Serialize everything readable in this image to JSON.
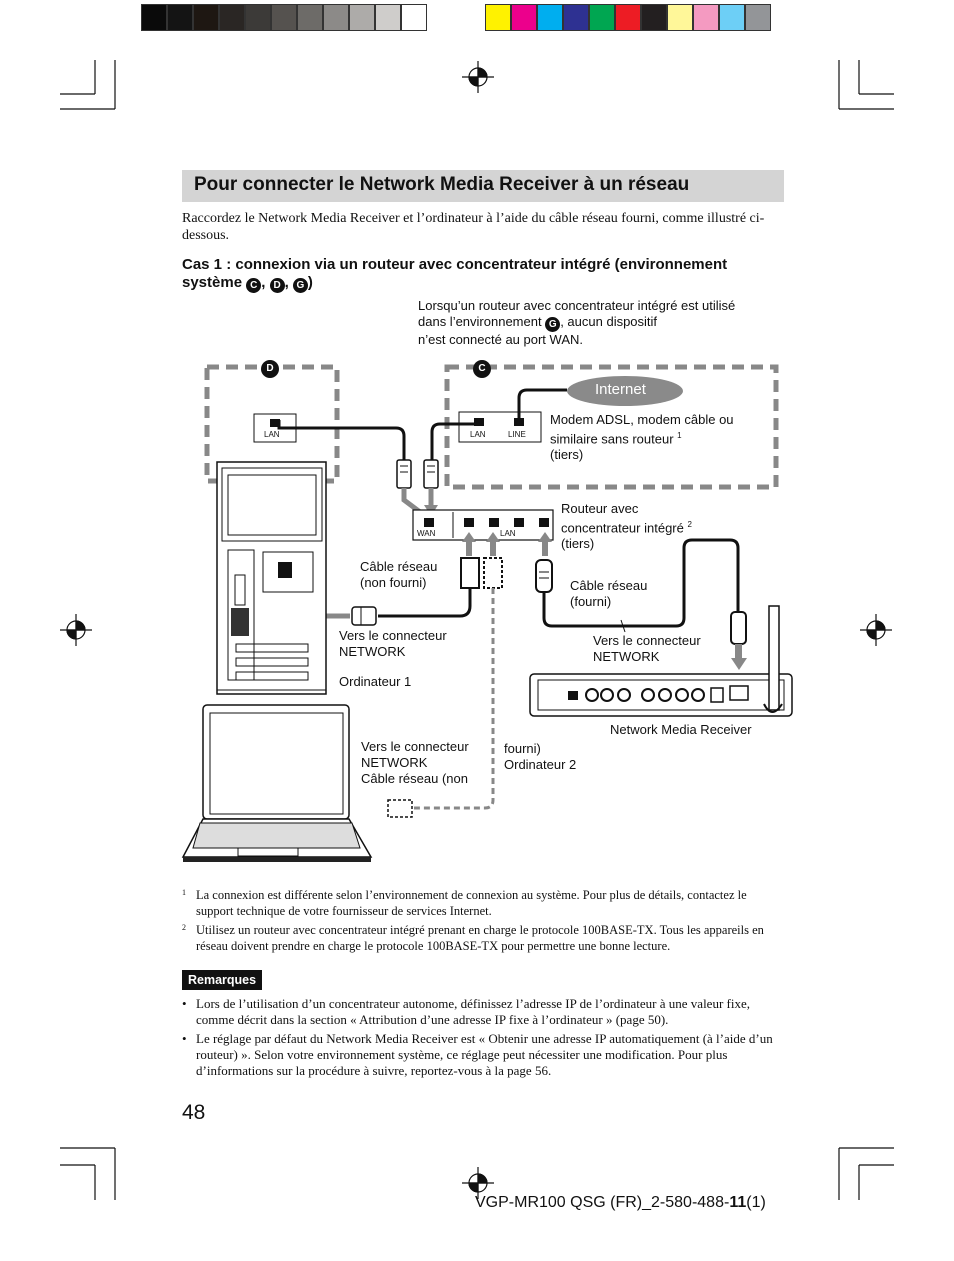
{
  "colorbar": [
    "#0a0a0a",
    "#141414",
    "#1e1712",
    "#2a2624",
    "#3c3a38",
    "#55524f",
    "#6d6b68",
    "#8c8a88",
    "#adaba9",
    "#cfcdcb",
    "#ffffff",
    "#ffffff",
    "#fff200",
    "#ec008c",
    "#00aeef",
    "#2e3192",
    "#00a651",
    "#ed1c24",
    "#231f20",
    "#fff799",
    "#f49ac1",
    "#6dcff6",
    "#939598"
  ],
  "title": "Pour connecter le Network Media Receiver à un réseau",
  "intro": "Raccordez le Network Media Receiver et l’ordinateur à l’aide du câble réseau fourni, comme illustré ci-dessous.",
  "case": {
    "text": "Cas 1 : connexion via un routeur avec concentrateur intégré (environnement système ",
    "c1": "C",
    "sep1": ", ",
    "c2": "D",
    "sep2": ", ",
    "c3": "G",
    "end": ")"
  },
  "diagram": {
    "note_line1": "Lorsqu’un routeur avec concentrateur intégré est utilisé",
    "note_line2a": "dans l’environnement ",
    "note_g": "G",
    "note_line2b": ", aucun dispositif",
    "note_line3": "n’est connecté au port WAN.",
    "badge_d": "D",
    "badge_c": "C",
    "internet": "Internet",
    "lan": "LAN",
    "line": "LINE",
    "wan": "WAN",
    "modem_line1": "Modem ADSL, modem câble ou",
    "modem_line2": "similaire sans routeur ",
    "modem_sup": "1",
    "modem_line3": "(tiers)",
    "router_line1": "Routeur avec",
    "router_line2": "concentrateur intégré ",
    "router_sup": "2",
    "router_line3": "(tiers)",
    "cable_nf_line1": "Câble réseau",
    "cable_nf_line2": "(non fourni)",
    "cable_f_line1": "Câble réseau",
    "cable_f_line2": "(fourni)",
    "vers1_line1": "Vers le connecteur",
    "vers1_line2": "NETWORK",
    "vers2_line1": "Vers le connecteur",
    "vers2_line2": "NETWORK",
    "ordi1": "Ordinateur 1",
    "nmr": "Network Media Receiver",
    "vers3_line1": "Vers le connecteur",
    "vers3_line2": "NETWORK",
    "vers3_line3": "Câble réseau (non",
    "fourni": "fourni)",
    "ordi2": "Ordinateur 2"
  },
  "footnotes": [
    {
      "num": "1",
      "text": "La connexion est différente selon l’environnement de connexion au système. Pour plus de détails, contactez le support technique de votre fournisseur de services Internet."
    },
    {
      "num": "2",
      "text": "Utilisez un routeur avec concentrateur intégré prenant en charge le protocole 100BASE-TX. Tous les appareils en réseau doivent prendre en charge le protocole 100BASE-TX pour permettre une bonne lecture."
    }
  ],
  "remarques": "Remarques",
  "bullets": [
    "Lors de l’utilisation d’un concentrateur autonome, définissez l’adresse IP de l’ordinateur à une valeur fixe, comme décrit dans la section « Attribution d’une adresse IP fixe à l’ordinateur » (page 50).",
    "Le réglage par défaut du Network Media Receiver est « Obtenir une adresse IP automatiquement (à l’aide d’un routeur) ».  Selon votre environnement système, ce réglage peut nécessiter une modification. Pour plus d’informations sur la procédure à suivre, reportez-vous à la page 56."
  ],
  "bullet_char": "•",
  "page_number": "48",
  "footer": {
    "prefix": "VGP-MR100 QSG (FR)_2-580-488-",
    "bold": "11",
    "suffix": "(1)"
  }
}
